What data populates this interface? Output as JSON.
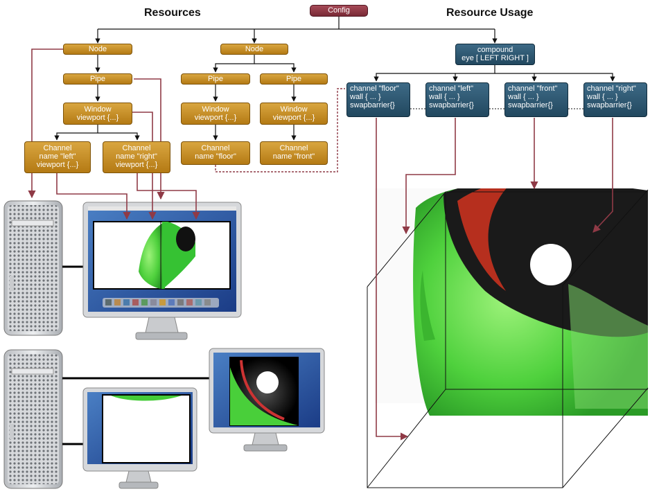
{
  "headings": {
    "resources": "Resources",
    "resource_usage": "Resource Usage"
  },
  "config": {
    "label": "Config"
  },
  "resources": {
    "node1": {
      "node": "Node",
      "pipe": "Pipe",
      "window": [
        "Window",
        "viewport {...}"
      ],
      "channel_left": [
        "Channel",
        "name \"left\"",
        "viewport {...}"
      ],
      "channel_right": [
        "Channel",
        "name \"right\"",
        "viewport {...}"
      ]
    },
    "node2": {
      "node": "Node",
      "pipe_a": "Pipe",
      "pipe_b": "Pipe",
      "window_a": [
        "Window",
        "viewport {...}"
      ],
      "window_b": [
        "Window",
        "viewport {...}"
      ],
      "channel_floor": [
        "Channel",
        "name \"floor\""
      ],
      "channel_front": [
        "Channel",
        "name \"front\""
      ]
    }
  },
  "usage": {
    "compound": [
      "compound",
      "eye [ LEFT RIGHT ]"
    ],
    "channels": [
      [
        "channel \"floor\"",
        "wall { ... }",
        "swapbarrier{}"
      ],
      [
        "channel \"left\"",
        "wall { ... }",
        "swapbarrier{}"
      ],
      [
        "channel \"front\"",
        "wall { ... }",
        "swapbarrier{}"
      ],
      [
        "channel \"right\"",
        "wall { ... }",
        "swapbarrier{}"
      ]
    ]
  },
  "colors": {
    "node_gold": "#c8911f",
    "usage_blue": "#2e5570",
    "config_red": "#8f3a46",
    "arrow_red": "#8f3a46",
    "arrow_black": "#111111"
  },
  "pictures": [
    "mac-pro-tower-icon",
    "monitor-icon",
    "3d-wall-cube-with-rendered-model"
  ]
}
